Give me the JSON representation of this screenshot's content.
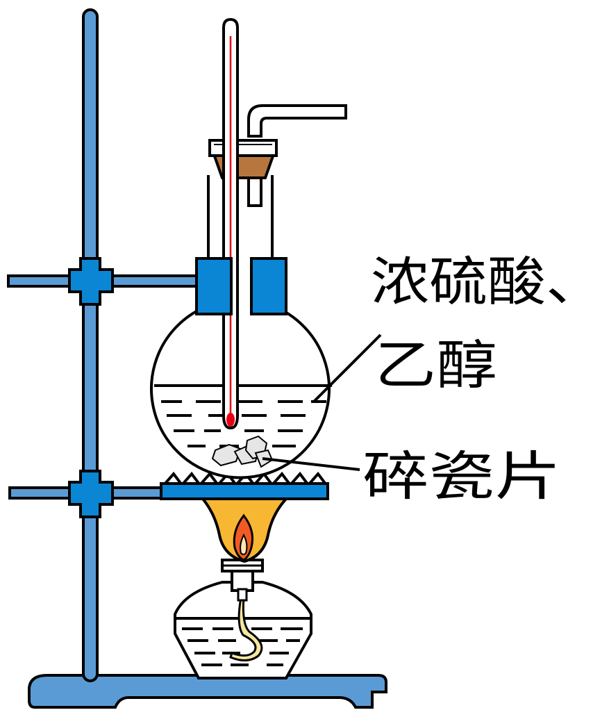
{
  "labels": {
    "reagents_line1": "浓硫酸、",
    "reagents_line2": "乙醇",
    "porcelain": "碎瓷片"
  },
  "colors": {
    "stand_blue": "#5b9bd5",
    "clamp_blue": "#0b86d4",
    "outline": "#000000",
    "cork_brown": "#b8763f",
    "thermometer_red": "#e60012",
    "flame_outer": "#f7b733",
    "flame_inner": "#f15a24",
    "wick_yellow": "#f5e6a0",
    "porcelain_gray": "#e6e6e6"
  },
  "icons": [
    "iron-stand-icon",
    "round-bottom-flask-icon",
    "thermometer-icon",
    "alcohol-lamp-icon",
    "wire-gauze-icon",
    "flame-icon"
  ]
}
